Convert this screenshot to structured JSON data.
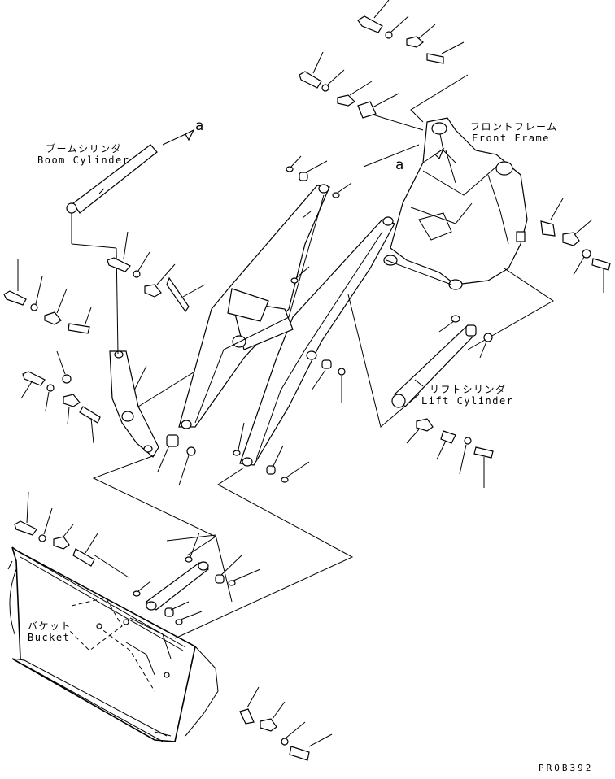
{
  "labels": {
    "boom_cylinder": {
      "jp": "ブームシリンダ",
      "en": "Boom Cylinder"
    },
    "front_frame": {
      "jp": "フロントフレーム",
      "en": "Front Frame"
    },
    "lift_cylinder": {
      "jp": "リフトシリンダ",
      "en": "Lift Cylinder"
    },
    "bucket": {
      "jp": "バケット",
      "en": "Bucket"
    }
  },
  "markers": {
    "a1": "a",
    "a2": "a"
  },
  "drawing_code": "PROB392"
}
